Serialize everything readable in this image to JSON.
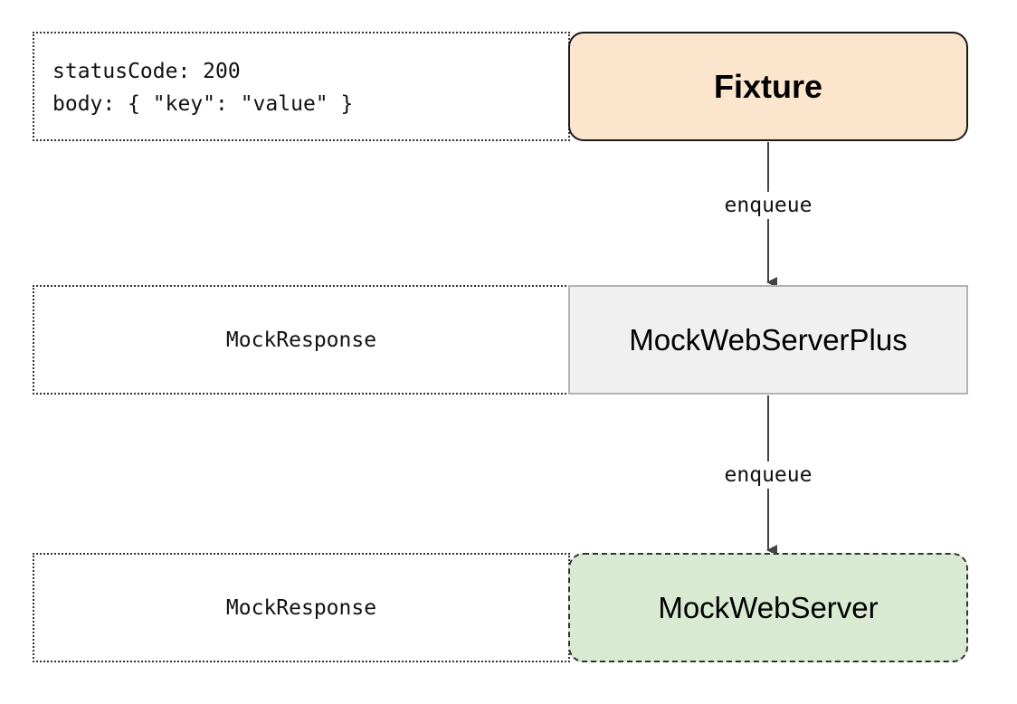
{
  "notes": {
    "fixture_note": {
      "lines": [
        "statusCode: 200",
        "body: { \"key\": \"value\" }"
      ]
    },
    "plus_note": {
      "label": "MockResponse"
    },
    "server_note": {
      "label": "MockResponse"
    }
  },
  "nodes": {
    "fixture": {
      "label": "Fixture",
      "fill": "#fce5cd",
      "border": "#1a1a1a"
    },
    "mock_web_server_plus": {
      "label": "MockWebServerPlus",
      "fill": "#f0f0f0",
      "border": "#b3b3b3"
    },
    "mock_web_server": {
      "label": "MockWebServer",
      "fill": "#d9ead3",
      "border": "#333333"
    }
  },
  "edges": [
    {
      "from": "fixture",
      "to": "mock_web_server_plus",
      "label": "enqueue"
    },
    {
      "from": "mock_web_server_plus",
      "to": "mock_web_server",
      "label": "enqueue"
    }
  ],
  "colors": {
    "arrow": "#444444",
    "note_border": "#333333"
  }
}
